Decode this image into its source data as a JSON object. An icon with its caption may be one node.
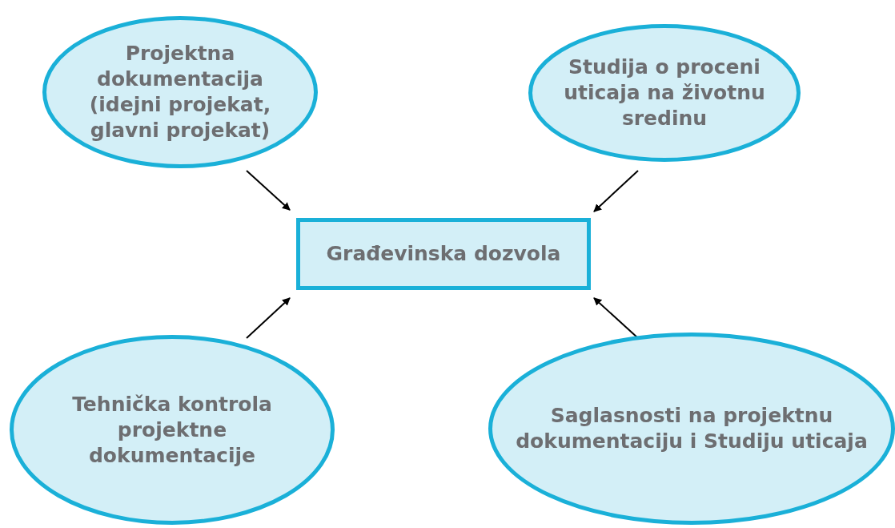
{
  "diagram": {
    "nodes": [
      {
        "text": [
          "Projektna dokumentacija (idejni projekat, glavni projekat)"
        ]
      },
      {
        "text": [
          "Studija o proceni uticaja na životnu sredinu"
        ]
      },
      {
        "text": [
          "Građevinska dozvola"
        ]
      },
      {
        "text": [
          "Tehnička kontrola projektne dokumentacije"
        ]
      },
      {
        "text": [
          "Saglasnosti na projektnu dokumentaciju i Studiju uticaja"
        ]
      }
    ],
    "edges": [
      {
        "from": 0,
        "to": 2,
        "arrow": "to"
      },
      {
        "from": 1,
        "to": 2,
        "arrow": "to"
      },
      {
        "from": 3,
        "to": 2,
        "arrow": "to"
      },
      {
        "from": 4,
        "to": 2,
        "arrow": "to"
      }
    ]
  }
}
